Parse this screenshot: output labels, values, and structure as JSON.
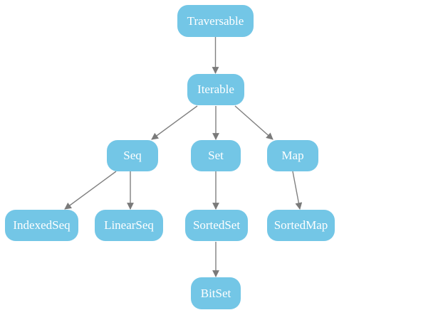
{
  "diagram": {
    "type": "hierarchy-graph",
    "subject": "Scala collections trait hierarchy",
    "colors": {
      "node_fill": "#73C6E6",
      "node_text": "#FFFFFF",
      "edge": "#808080",
      "background": "#FFFFFF"
    },
    "nodes": [
      {
        "id": "traversable",
        "label": "Traversable"
      },
      {
        "id": "iterable",
        "label": "Iterable"
      },
      {
        "id": "seq",
        "label": "Seq"
      },
      {
        "id": "set",
        "label": "Set"
      },
      {
        "id": "map",
        "label": "Map"
      },
      {
        "id": "indexedseq",
        "label": "IndexedSeq"
      },
      {
        "id": "linearseq",
        "label": "LinearSeq"
      },
      {
        "id": "sortedset",
        "label": "SortedSet"
      },
      {
        "id": "sortedmap",
        "label": "SortedMap"
      },
      {
        "id": "bitset",
        "label": "BitSet"
      }
    ],
    "edges": [
      {
        "from": "Traversable",
        "to": "Iterable"
      },
      {
        "from": "Iterable",
        "to": "Seq"
      },
      {
        "from": "Iterable",
        "to": "Set"
      },
      {
        "from": "Iterable",
        "to": "Map"
      },
      {
        "from": "Seq",
        "to": "IndexedSeq"
      },
      {
        "from": "Seq",
        "to": "LinearSeq"
      },
      {
        "from": "Set",
        "to": "SortedSet"
      },
      {
        "from": "Map",
        "to": "SortedMap"
      },
      {
        "from": "SortedSet",
        "to": "BitSet"
      }
    ]
  }
}
